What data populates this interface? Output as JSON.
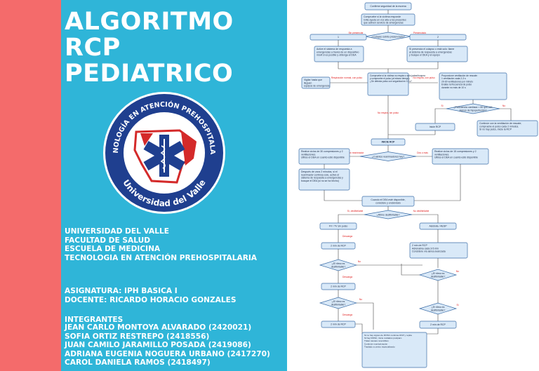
{
  "colors": {
    "coral": "#f46b6b",
    "cyan": "#2fb5d8",
    "node_fill": "#d9e9f8",
    "node_stroke": "#3e6fa8",
    "red_label": "#e02020"
  },
  "title": {
    "line1": "ALGORITMO",
    "line2": "RCP",
    "line3": "PEDIATRICO"
  },
  "logo": {
    "ring_top_text": "TECNOLOGÍA EN ATENCIÓN PREHOSPITALARIA",
    "ring_bottom_text": "Universidad del Valle",
    "emblem": "star-of-life-icon"
  },
  "institution": [
    "UNIVERSIDAD DEL VALLE",
    "FACULTAD DE SALUD",
    "ESCUELA DE MEDICINA",
    "TECNOLOGIA EN ATENCIÓN PREHOSPITALARIA"
  ],
  "course": {
    "subject": "ASIGNATURA: IPH BASICA I",
    "teacher": "DOCENTE: RICARDO HORACIO GONZALES"
  },
  "members_heading": "INTEGRANTES",
  "members": [
    "JEAN CARLO MONTOYA ALVARADO (2420021)",
    "SOFIA ORTIZ RESTREPO (2418556)",
    "JUAN CAMILO JARAMILLO POSADA (2419086)",
    "ADRIANA EUGENIA NOGUERA URBANO (2417270)",
    "CAROL DANIELA RAMOS (2418497)"
  ],
  "flowchart": {
    "start": "Confirme seguridad de la escena",
    "check_response": [
      "Compruebe si la víctima responde",
      "Grite ayuda en voz alta a los presentes",
      "que activen servicio de emergencias"
    ],
    "q_witnessed": "¿Colapso súbito presenciado?",
    "branch_labels": {
      "no": "No",
      "yes": "Sí",
      "no_side": "Sin presenciar",
      "yes_side": "Presenciado"
    },
    "box_left_1": "1",
    "box_right_1": "2",
    "left_activate": [
      "Active el sistema de respuesta a",
      "emergencias a través de un dispositivo",
      "móvil si es posible y obtenga el DEA"
    ],
    "right_activate": [
      "Si presencia el colapso o está solo: llame",
      "al sistema de respuesta a emergencias",
      "y busque el DEA y el equipo"
    ],
    "check_pulse": [
      "Compruebe si la víctima no respira o solo jadea/boquea",
      "y compruebe el pulso (al mismo tiempo)",
      "¿Se detecta pulso con seguridad en 10 s?"
    ],
    "left_note": [
      "Vigilar hasta que",
      "lleguen",
      "equipos de emergencia"
    ],
    "right_note": [
      "Proporcione ventilación de rescate:",
      "1 ventilación cada 2-3 s",
      "20-30 ventilaciones por minuto",
      "Evalúe la frecuencia de pulso",
      "durante no más de 10 s"
    ],
    "q_hr": [
      "¿Frecuencia cardíaca < 60 lpm con",
      "signos de hipoperfusión?"
    ],
    "hr_yes": "Inicie RCP",
    "hr_no": [
      "Continúe con la ventilación de rescate;",
      "compruebe el pulso cada 2 minutos.",
      "Si no hay pulso, inicie la RCP"
    ],
    "rcp_box": "INICIE RCP",
    "q_rescuers": "¿Cuántos reanimadores hay?",
    "rescuer_labels": {
      "one": "Solo un reanimador",
      "two": "Dos o más"
    },
    "one_rescuer": [
      "Realice ciclos de 30 compresiones y 2",
      "ventilaciones.",
      "Utilice el DEA en cuanto esté disponible"
    ],
    "two_rescuers": [
      "Realice ciclos de 15 compresiones y 2",
      "ventilaciones.",
      "Utilice el DEA en cuanto esté disponible"
    ],
    "after_2min": [
      "Después de unos 2 minutos, si el",
      "reanimador continúa solo, active el",
      "sistema de respuesta a emergencias y",
      "busque el DEA (si no se ha hecho)"
    ],
    "aed_arrives": [
      "Cuando el DEA esté disponible,",
      "conéctelo y enciéndalo"
    ],
    "q_shockable": "¿Ritmo desfibrilable?",
    "shock_labels": {
      "yes": "Sí, desfibrilable",
      "no": "No desfibrilable"
    },
    "vf_box": "FV / TV sin pulso",
    "pea_box": "Asistolia / AESP",
    "shock_1": "Descarga",
    "rcp_2min": "2 min de RCP",
    "epi_box": [
      "2 min de RCP",
      "Adrenalina cada 3-5 min",
      "Considere vía aérea avanzada"
    ],
    "q_shock_loop": [
      "¿El ritmo es",
      "desfibrilable?"
    ],
    "loop_labels": {
      "yes": "Sí",
      "no": "No"
    },
    "final_box": [
      "Si no hay signos de ROSC continúe RCP y repita",
      "Si hay ROSC, inicie cuidados postparo",
      "Tratar causas reversibles",
      "Continúe monitorización",
      "Traslado a centro especializado"
    ]
  }
}
